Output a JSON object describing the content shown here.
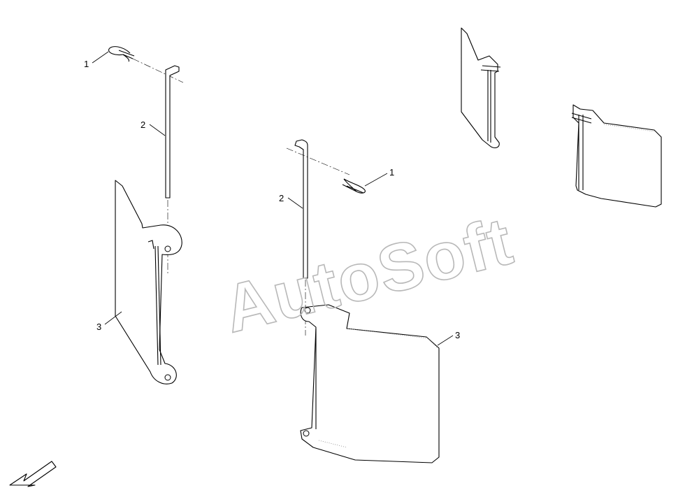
{
  "callouts": {
    "left_1": "1",
    "left_2": "2",
    "left_3": "3",
    "center_1": "1",
    "center_2": "2",
    "center_3": "3"
  },
  "watermark": "AutoSoft",
  "icons": {
    "direction_arrow": "front-direction-arrow-icon"
  }
}
